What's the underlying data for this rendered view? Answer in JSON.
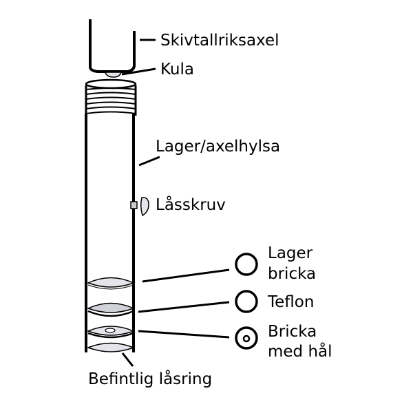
{
  "diagram": {
    "labels": {
      "spindle": "Skivtallriksaxel",
      "ball": "Kula",
      "bearing_sleeve": "Lager/axelhylsa",
      "lock_screw": "Låsskruv",
      "bearing_washer_line1": "Lager",
      "bearing_washer_line2": "bricka",
      "teflon": "Teflon",
      "washer_hole_line1": "Bricka",
      "washer_hole_line2": "med hål",
      "existing_lock_ring": "Befintlig låsring"
    },
    "colors": {
      "ink": "#000000",
      "fill_light": "#e4e4ea",
      "fill_mid": "#d2d2da",
      "background": "#ffffff"
    }
  }
}
